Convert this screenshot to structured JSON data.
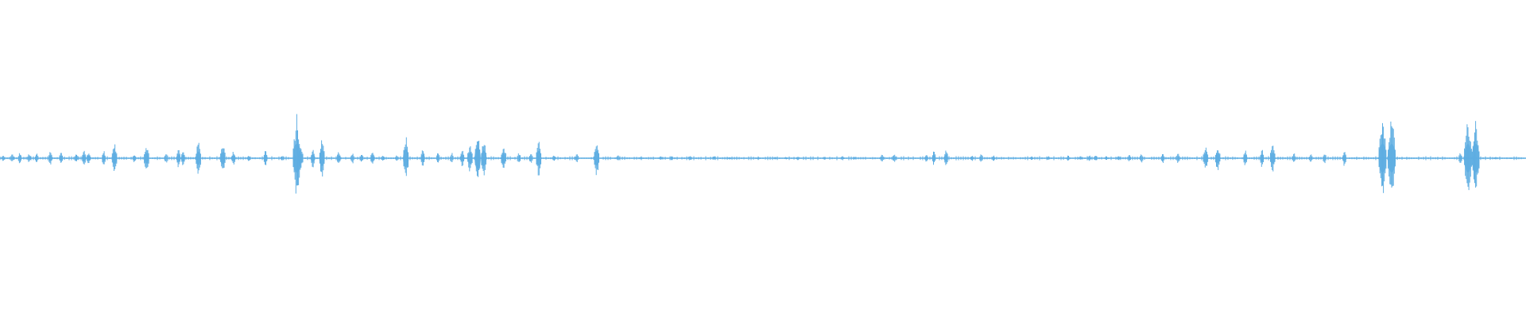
{
  "waveform": {
    "color": "#5dade2",
    "baseline_amplitude": 0.01,
    "peaks": [
      {
        "t": 0.002,
        "a": 0.02
      },
      {
        "t": 0.008,
        "a": 0.03
      },
      {
        "t": 0.013,
        "a": 0.04
      },
      {
        "t": 0.019,
        "a": 0.03
      },
      {
        "t": 0.024,
        "a": 0.035
      },
      {
        "t": 0.033,
        "a": 0.05
      },
      {
        "t": 0.04,
        "a": 0.045
      },
      {
        "t": 0.05,
        "a": 0.035
      },
      {
        "t": 0.055,
        "a": 0.06
      },
      {
        "t": 0.058,
        "a": 0.045
      },
      {
        "t": 0.068,
        "a": 0.055
      },
      {
        "t": 0.075,
        "a": 0.1
      },
      {
        "t": 0.088,
        "a": 0.03
      },
      {
        "t": 0.096,
        "a": 0.095
      },
      {
        "t": 0.109,
        "a": 0.04
      },
      {
        "t": 0.117,
        "a": 0.07
      },
      {
        "t": 0.12,
        "a": 0.06
      },
      {
        "t": 0.13,
        "a": 0.12
      },
      {
        "t": 0.146,
        "a": 0.11
      },
      {
        "t": 0.153,
        "a": 0.05
      },
      {
        "t": 0.163,
        "a": 0.02
      },
      {
        "t": 0.174,
        "a": 0.06
      },
      {
        "t": 0.185,
        "a": 0.02
      },
      {
        "t": 0.193,
        "a": 0.03
      },
      {
        "t": 0.1945,
        "a": 0.28
      },
      {
        "t": 0.197,
        "a": 0.08
      },
      {
        "t": 0.205,
        "a": 0.07
      },
      {
        "t": 0.211,
        "a": 0.14
      },
      {
        "t": 0.222,
        "a": 0.05
      },
      {
        "t": 0.231,
        "a": 0.04
      },
      {
        "t": 0.237,
        "a": 0.03
      },
      {
        "t": 0.244,
        "a": 0.05
      },
      {
        "t": 0.251,
        "a": 0.02
      },
      {
        "t": 0.26,
        "a": 0.02
      },
      {
        "t": 0.266,
        "a": 0.16
      },
      {
        "t": 0.277,
        "a": 0.06
      },
      {
        "t": 0.287,
        "a": 0.04
      },
      {
        "t": 0.296,
        "a": 0.04
      },
      {
        "t": 0.303,
        "a": 0.06
      },
      {
        "t": 0.308,
        "a": 0.1
      },
      {
        "t": 0.313,
        "a": 0.19
      },
      {
        "t": 0.317,
        "a": 0.14
      },
      {
        "t": 0.33,
        "a": 0.09
      },
      {
        "t": 0.34,
        "a": 0.04
      },
      {
        "t": 0.348,
        "a": 0.04
      },
      {
        "t": 0.353,
        "a": 0.13
      },
      {
        "t": 0.363,
        "a": 0.02
      },
      {
        "t": 0.378,
        "a": 0.03
      },
      {
        "t": 0.391,
        "a": 0.13
      },
      {
        "t": 0.405,
        "a": 0.02
      },
      {
        "t": 0.42,
        "a": 0.01
      },
      {
        "t": 0.433,
        "a": 0.015
      },
      {
        "t": 0.44,
        "a": 0.015
      },
      {
        "t": 0.452,
        "a": 0.02
      },
      {
        "t": 0.468,
        "a": 0.015
      },
      {
        "t": 0.478,
        "a": 0.01
      },
      {
        "t": 0.497,
        "a": 0.01
      },
      {
        "t": 0.508,
        "a": 0.01
      },
      {
        "t": 0.515,
        "a": 0.01
      },
      {
        "t": 0.523,
        "a": 0.015
      },
      {
        "t": 0.54,
        "a": 0.01
      },
      {
        "t": 0.552,
        "a": 0.015
      },
      {
        "t": 0.56,
        "a": 0.01
      },
      {
        "t": 0.578,
        "a": 0.03
      },
      {
        "t": 0.586,
        "a": 0.03
      },
      {
        "t": 0.607,
        "a": 0.025
      },
      {
        "t": 0.612,
        "a": 0.05
      },
      {
        "t": 0.62,
        "a": 0.06
      },
      {
        "t": 0.637,
        "a": 0.02
      },
      {
        "t": 0.643,
        "a": 0.03
      },
      {
        "t": 0.651,
        "a": 0.02
      },
      {
        "t": 0.676,
        "a": 0.015
      },
      {
        "t": 0.687,
        "a": 0.015
      },
      {
        "t": 0.7,
        "a": 0.02
      },
      {
        "t": 0.708,
        "a": 0.015
      },
      {
        "t": 0.714,
        "a": 0.02
      },
      {
        "t": 0.718,
        "a": 0.02
      },
      {
        "t": 0.725,
        "a": 0.015
      },
      {
        "t": 0.733,
        "a": 0.015
      },
      {
        "t": 0.74,
        "a": 0.025
      },
      {
        "t": 0.748,
        "a": 0.035
      },
      {
        "t": 0.762,
        "a": 0.04
      },
      {
        "t": 0.772,
        "a": 0.04
      },
      {
        "t": 0.79,
        "a": 0.08
      },
      {
        "t": 0.798,
        "a": 0.09
      },
      {
        "t": 0.816,
        "a": 0.06
      },
      {
        "t": 0.827,
        "a": 0.07
      },
      {
        "t": 0.834,
        "a": 0.1
      },
      {
        "t": 0.848,
        "a": 0.04
      },
      {
        "t": 0.859,
        "a": 0.03
      },
      {
        "t": 0.868,
        "a": 0.04
      },
      {
        "t": 0.881,
        "a": 0.06
      },
      {
        "t": 0.906,
        "a": 0.28
      },
      {
        "t": 0.912,
        "a": 0.3
      },
      {
        "t": 0.957,
        "a": 0.04
      },
      {
        "t": 0.962,
        "a": 0.27
      },
      {
        "t": 0.967,
        "a": 0.26
      },
      {
        "t": 0.98,
        "a": 0.01
      },
      {
        "t": 0.99,
        "a": 0.005
      }
    ]
  }
}
